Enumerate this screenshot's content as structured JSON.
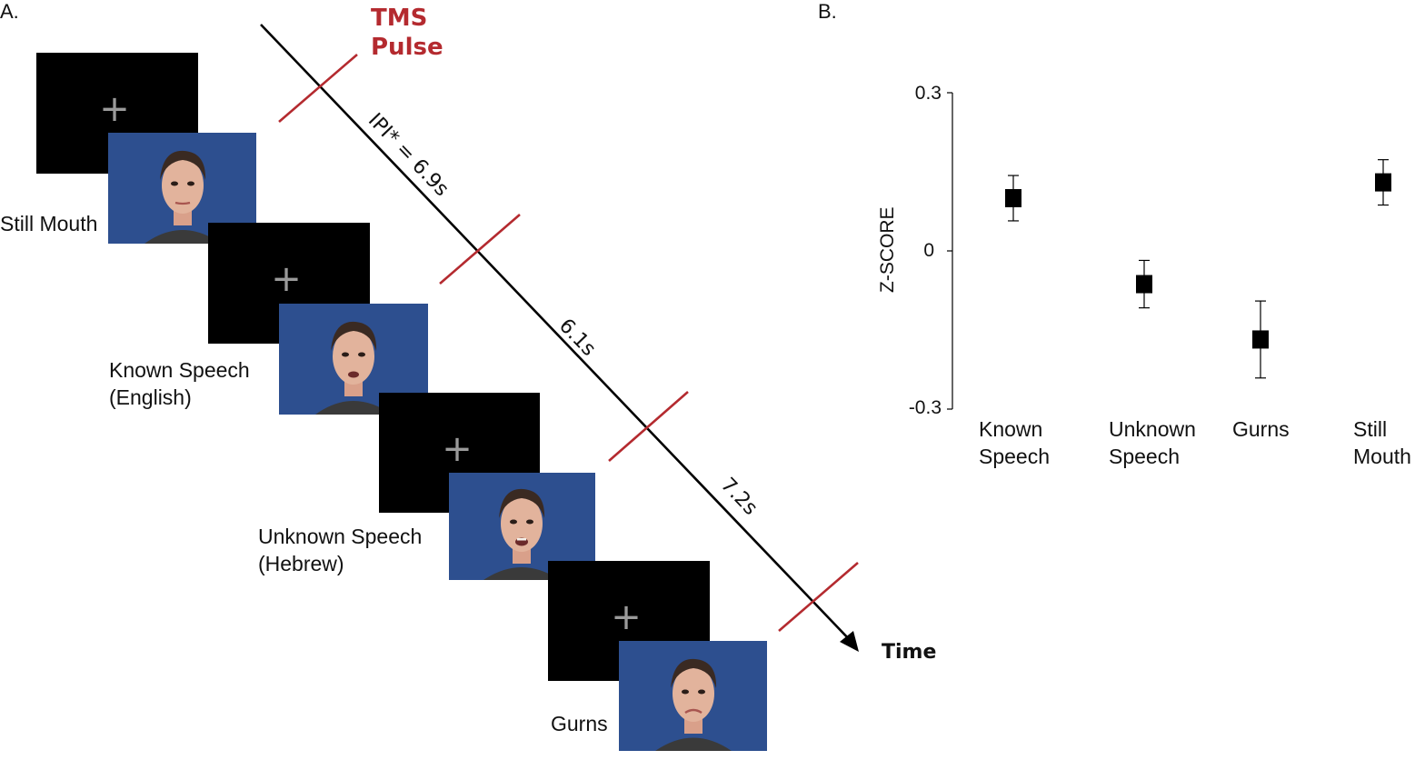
{
  "panel_a": {
    "label": "A.",
    "tms_label": "TMS\nPulse",
    "time_label": "Time",
    "intervals": [
      "IPI* = 6.9s",
      "6.1s",
      "7.2s"
    ],
    "conditions": [
      {
        "label": "Still Mouth",
        "mouth": "closed"
      },
      {
        "label": "Known Speech\n(English)",
        "mouth": "open"
      },
      {
        "label": "Unknown Speech\n(Hebrew)",
        "mouth": "open"
      },
      {
        "label": "Gurns",
        "mouth": "gurn"
      }
    ],
    "fixation_glyph": "+",
    "colors": {
      "pulse": "#b42a2f",
      "screen_bg": "#000000",
      "face_bg": "#2a4c8a",
      "fixation": "#9a9a9a"
    }
  },
  "panel_b": {
    "label": "B.",
    "ytick_labels": [
      "0.3",
      "0",
      "-0.3"
    ]
  },
  "chart_data": {
    "type": "scatter",
    "title": "",
    "xlabel": "",
    "ylabel": "Z-SCORE",
    "categories": [
      "Known\nSpeech",
      "Unknown\nSpeech",
      "Gurns",
      "Still\nMouth"
    ],
    "values": [
      0.1,
      -0.063,
      -0.168,
      0.13
    ],
    "error": [
      0.043,
      0.045,
      0.073,
      0.043
    ],
    "ylim": [
      -0.3,
      0.3
    ],
    "yticks": [
      0.3,
      0,
      -0.3
    ],
    "marker": "square",
    "grid": false,
    "legend": "none"
  }
}
